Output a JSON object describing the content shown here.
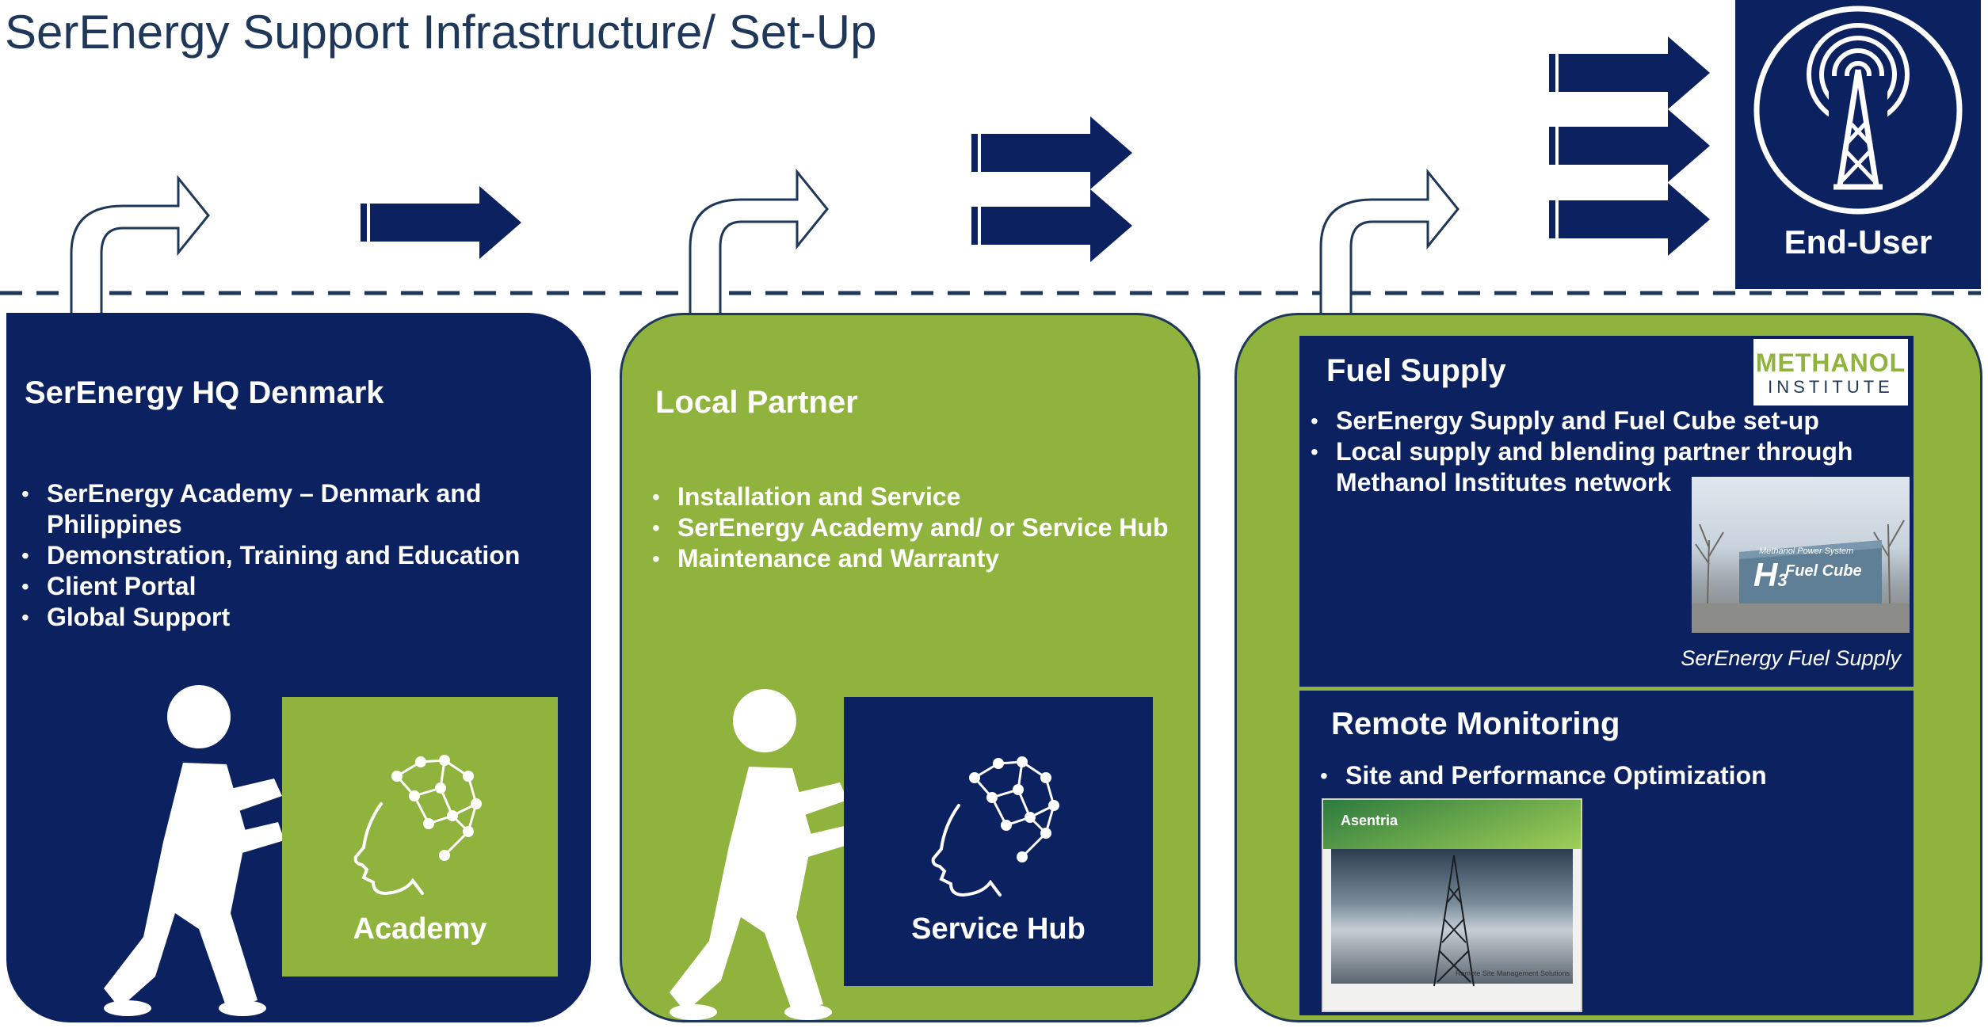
{
  "title": "SerEnergy Support Infrastructure/ Set-Up",
  "colors": {
    "navy": "#0b2160",
    "green": "#8fb33c",
    "white": "#ffffff",
    "dash": "#1f3859"
  },
  "end_user": {
    "label": "End-User",
    "icon": "radio-tower-icon"
  },
  "hq": {
    "title": "SerEnergy HQ Denmark",
    "bullets": [
      "SerEnergy Academy – Denmark and Philippines",
      "Demonstration, Training and Education",
      "Client Portal",
      "Global Support"
    ],
    "box_label": "Academy"
  },
  "partner": {
    "title": "Local Partner",
    "bullets": [
      "Installation and Service",
      "SerEnergy Academy and/ or Service Hub",
      "Maintenance and Warranty"
    ],
    "box_label": "Service Hub"
  },
  "fuel": {
    "title": "Fuel Supply",
    "bullets": [
      "SerEnergy Supply and Fuel Cube set-up",
      "Local supply and blending partner through Methanol Institutes network"
    ],
    "logo_line1": "METHANOL",
    "logo_line2": "INSTITUTE",
    "photo_text1": "Methanol Power System",
    "photo_text2": "Fuel Cube",
    "photo_h": "H",
    "photo_sub": "3",
    "caption": "SerEnergy Fuel Supply"
  },
  "remote": {
    "title": "Remote Monitoring",
    "bullets": [
      "Site and Performance Optimization"
    ],
    "asentria_brand": "Asentria",
    "asentria_tagline": "Remote Site Management Solutions"
  }
}
